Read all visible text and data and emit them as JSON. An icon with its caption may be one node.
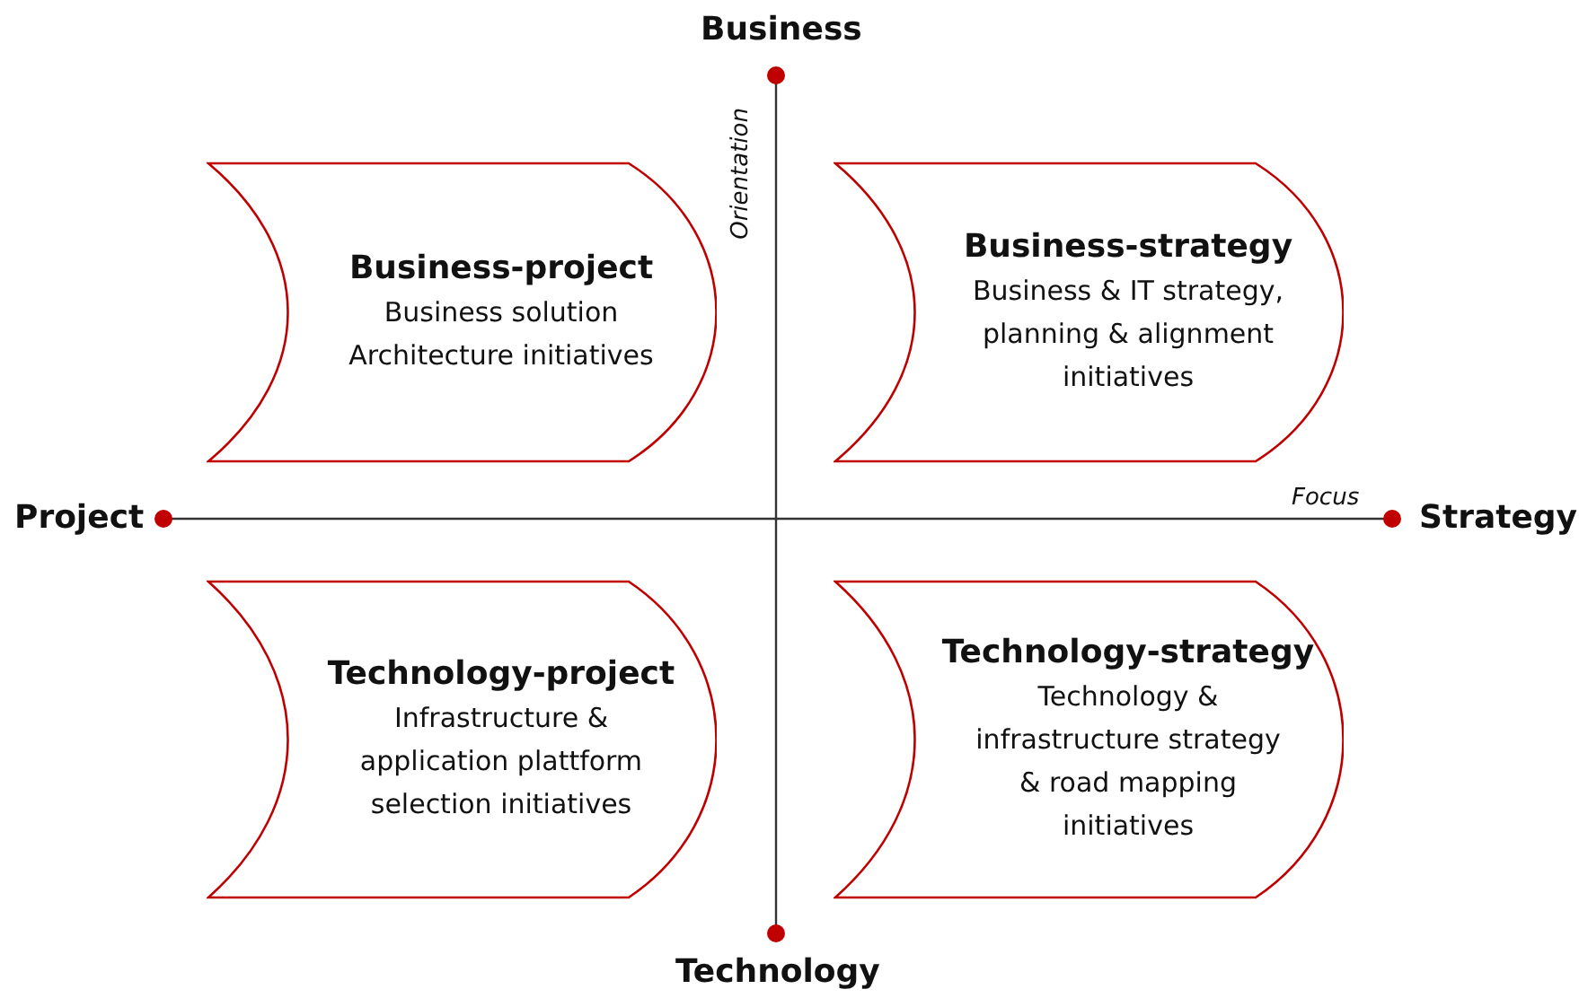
{
  "diagram": {
    "nodes": [
      {
        "text": [
          "Business-project",
          "Business solution Architecture initiatives"
        ]
      },
      {
        "text": [
          "Business-strategy",
          "Business & IT strategy, planning & alignment initiatives"
        ]
      },
      {
        "text": [
          "Technology-project",
          "Infrastructure & application plattform selection initiatives"
        ]
      },
      {
        "text": [
          "Technology-strategy",
          "Technology & infrastructure strategy & road mapping initiatives"
        ]
      }
    ],
    "labels": [
      "Business",
      "Orientation",
      "Project",
      "Focus",
      "Strategy",
      "Technology"
    ]
  }
}
